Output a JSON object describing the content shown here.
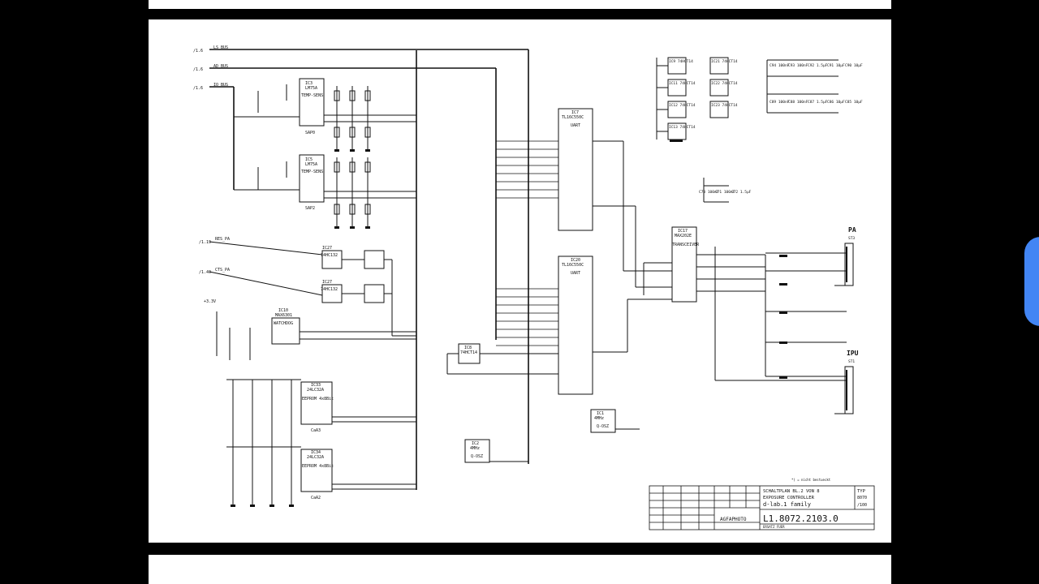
{
  "colors": {
    "background": "#000000",
    "paper": "#ffffff",
    "ink": "#111111",
    "handle": "#4285f4"
  },
  "signals": [
    {
      "ref": "/1.6",
      "name": "LS_BUS"
    },
    {
      "ref": "/1.6",
      "name": "AD_BUS"
    },
    {
      "ref": "/1.6",
      "name": "IO_BUS"
    },
    {
      "ref": "/1.19",
      "name": "RES_PA"
    },
    {
      "ref": "/1.40",
      "name": "CTS_PA"
    },
    {
      "ref": "+3.3V",
      "name": ""
    }
  ],
  "ics": [
    {
      "ref": "IC3",
      "part": "LM75A",
      "sub": "TEMP-SENS",
      "label": "SAP0"
    },
    {
      "ref": "IC5",
      "part": "LM75A",
      "sub": "TEMP-SENS",
      "label": "SAP2"
    },
    {
      "ref": "IC27",
      "part": "74HC132",
      "label": ""
    },
    {
      "ref": "IC27",
      "part": "74HC132",
      "label": ""
    },
    {
      "ref": "IC10",
      "part": "MAX6301",
      "sub": "WATCHDOG",
      "label": ""
    },
    {
      "ref": "IC33",
      "part": "24LC32A",
      "sub": "EEPROM 4x8Bit",
      "label": "CaA3"
    },
    {
      "ref": "IC34",
      "part": "24LC32A",
      "sub": "EEPROM 4x8Bit",
      "label": "CaA2"
    },
    {
      "ref": "IC7",
      "part": "TL16C550C",
      "sub": "UART",
      "label": ""
    },
    {
      "ref": "IC20",
      "part": "TL16C550C",
      "sub": "UART",
      "label": ""
    },
    {
      "ref": "IC8",
      "part": "74HCT14",
      "label": ""
    },
    {
      "ref": "IC17",
      "part": "MAX202E",
      "sub": "TRANSCEIVER",
      "label": ""
    },
    {
      "ref": "IC1",
      "part": "4MHz",
      "sub": "Q-OSZ",
      "label": ""
    },
    {
      "ref": "IC2",
      "part": "4MHz",
      "sub": "Q-OSZ",
      "label": ""
    }
  ],
  "hex_inverters": [
    "IC9 74HCT14",
    "IC11 74HCT14",
    "IC12 74HCT14",
    "IC13 74HCT14",
    "IC21 74HCT14",
    "IC22 74HCT14",
    "IC23 74HCT14"
  ],
  "connectors": [
    {
      "name": "PA",
      "ref": "ST3"
    },
    {
      "name": "IPU",
      "ref": "ST1"
    }
  ],
  "caps_top": [
    "C94 100nF",
    "C93 100nF",
    "C92 1.5µF",
    "C91 10µF",
    "C90 10µF",
    "C89 100nF",
    "C88 100nF",
    "C87 1.5µF",
    "C86 10µF",
    "C85 10µF"
  ],
  "caps_mid": [
    "C70 100nF",
    "C71 100nF",
    "C72 1.5µF"
  ],
  "note": "*) = nicht bestueckt",
  "title_block": {
    "line1": "SCHALTPLAN   BL.2 VON 8",
    "line2": "EXPOSURE CONTROLLER",
    "line3": "d-lab.1 family",
    "company": "AGFAPHOTO",
    "doc_number": "L1.8072.2103.0",
    "typ_label": "TYP",
    "typ_value": "8070",
    "typ_sub": "/100",
    "bottom_left": "ERSATZ FUER"
  }
}
